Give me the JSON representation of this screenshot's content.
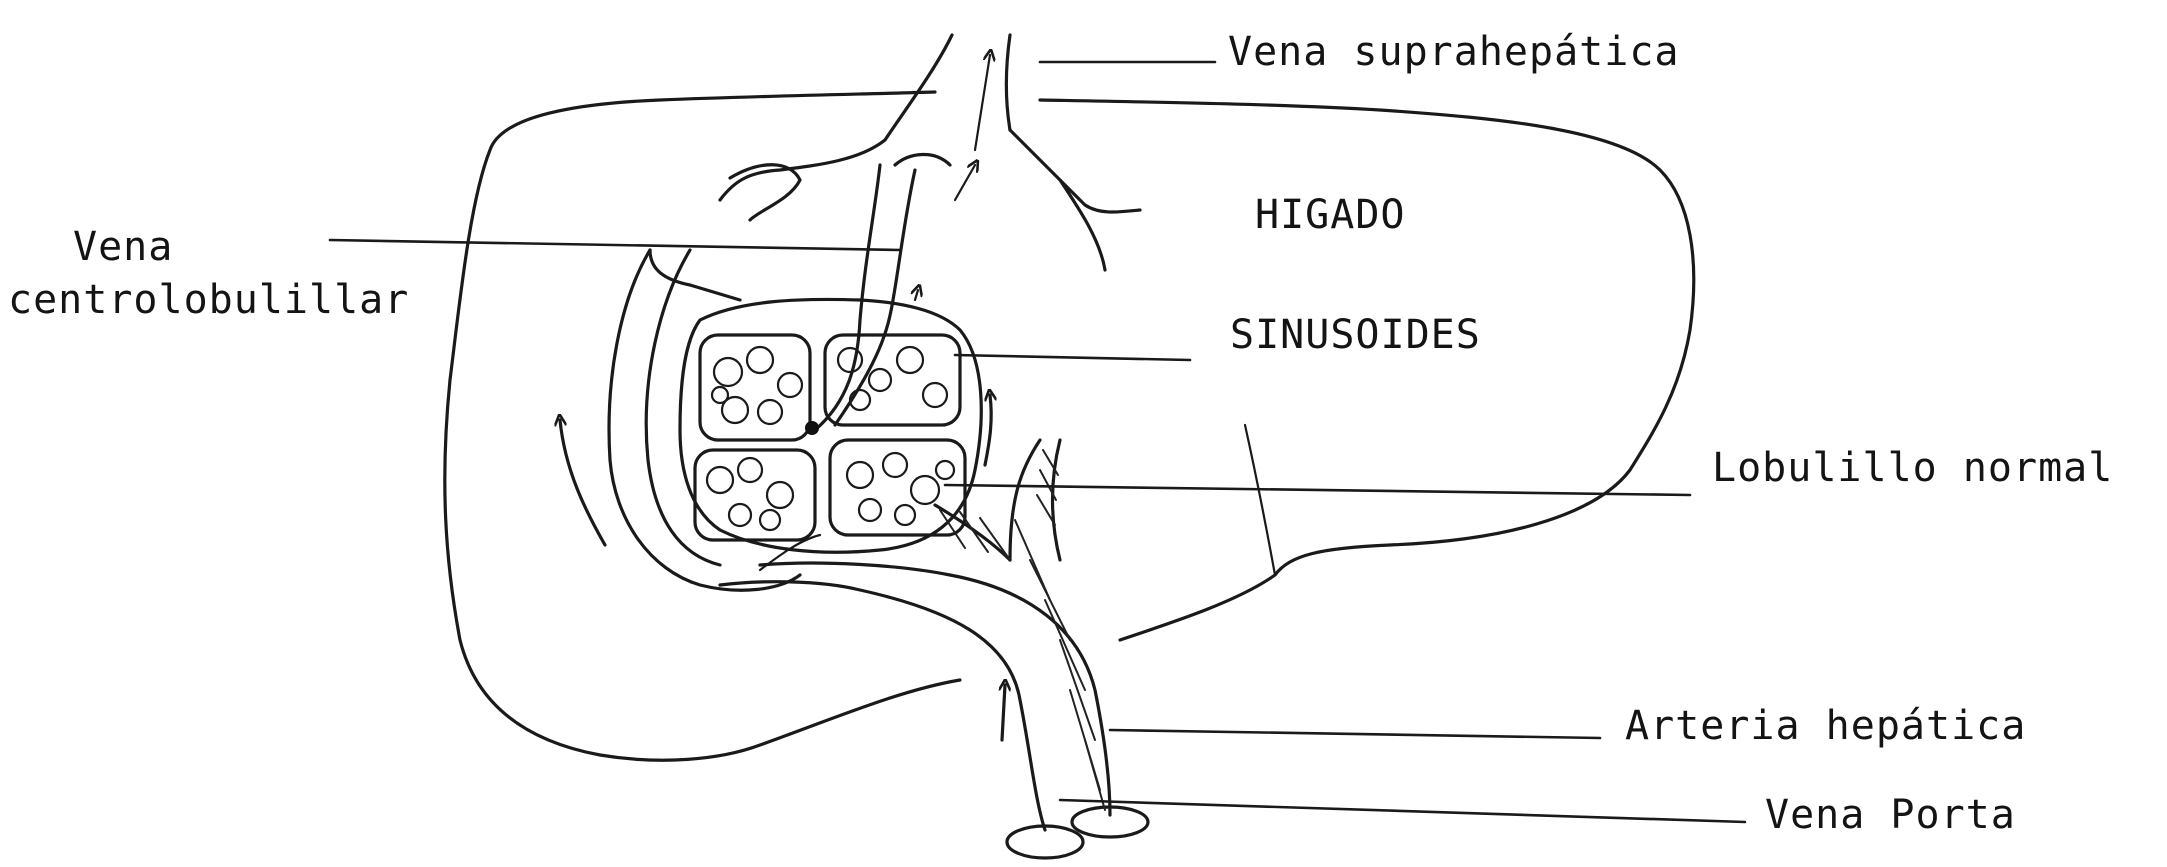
{
  "labels": {
    "vena_suprahepatica": "Vena suprahepática",
    "higado": "HIGADO",
    "vena_centrolobulillar_line1": "Vena",
    "vena_centrolobulillar_line2": "centrolobulillar",
    "sinusoides": "SINUSOIDES",
    "lobulillo_normal": "Lobulillo normal",
    "arteria_hepatica": "Arteria hepática",
    "vena_porta": "Vena Porta"
  }
}
